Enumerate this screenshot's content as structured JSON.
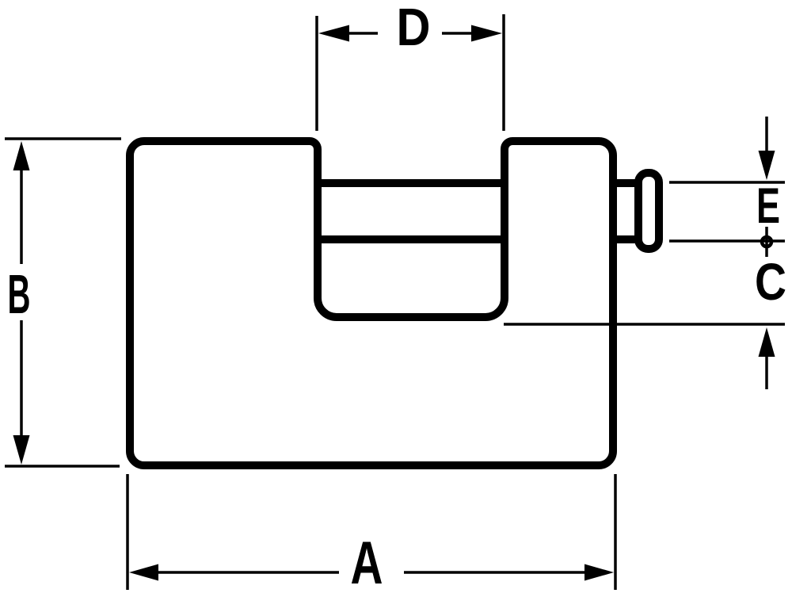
{
  "diagram": {
    "colors": {
      "background": "#ffffff",
      "line": "#000000"
    },
    "labels": {
      "bottom_width": "A",
      "left_height": "B",
      "right_lower_clearance": "C",
      "top_notch_width": "D",
      "right_upper_shackle": "E"
    }
  }
}
